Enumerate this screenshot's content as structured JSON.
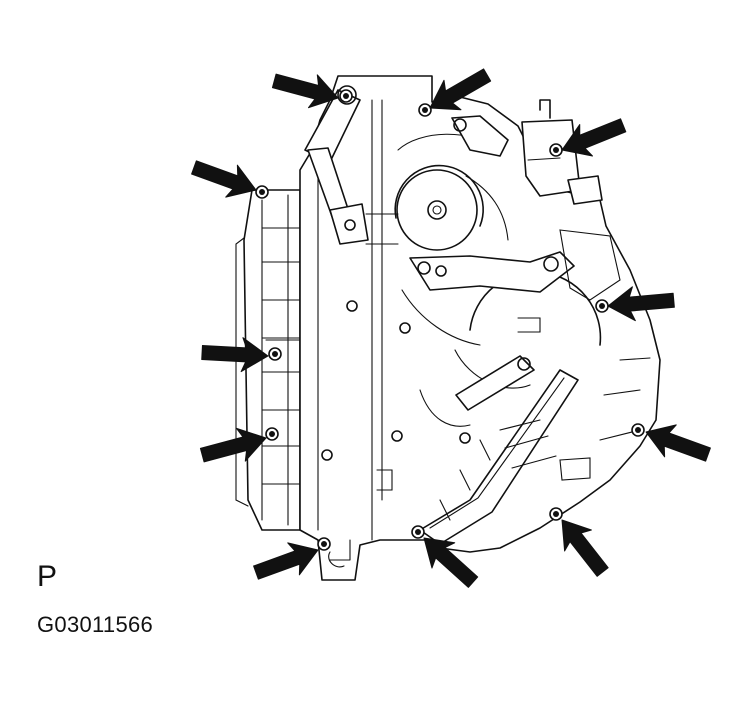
{
  "view_label": "P",
  "figure_code": "G03011566",
  "bolts": [
    {
      "name": "bolt-top-left-hinge"
    },
    {
      "name": "bolt-top-center"
    },
    {
      "name": "bolt-top-right-actuator"
    },
    {
      "name": "bolt-left-upper"
    },
    {
      "name": "bolt-right-middle"
    },
    {
      "name": "bolt-left-middle"
    },
    {
      "name": "bolt-left-lower"
    },
    {
      "name": "bolt-right-lower"
    },
    {
      "name": "bolt-bottom-left"
    },
    {
      "name": "bolt-bottom-center"
    },
    {
      "name": "bolt-bottom-right"
    }
  ]
}
